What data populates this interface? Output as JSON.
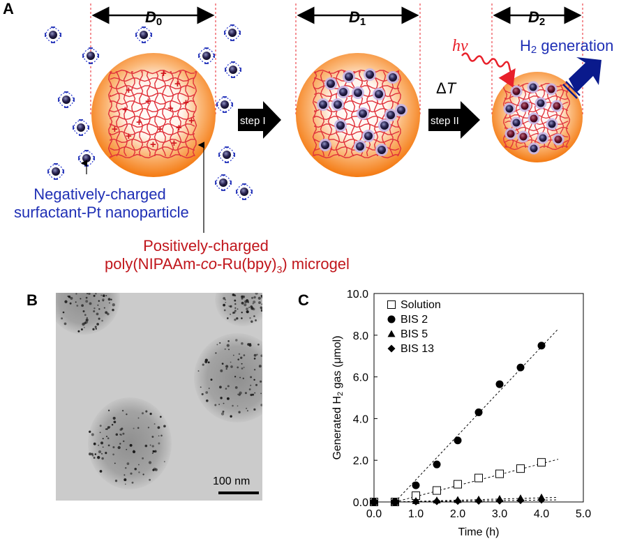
{
  "panels": {
    "a": "A",
    "b": "B",
    "c": "C"
  },
  "schematic": {
    "d0": "D0",
    "d1": "D1",
    "d2": "D2",
    "d_label": "D",
    "d0_sub": "0",
    "d1_sub": "1",
    "d2_sub": "2",
    "step1": "step I",
    "step2": "step II",
    "delta_t": "ΔT",
    "delta": "Δ",
    "t": "T",
    "hv": "hv",
    "h2_gen_h": "H",
    "h2_gen_sub": "2",
    "h2_gen_rest": " generation",
    "neg_line1": "Negatively-charged",
    "neg_line2": "surfactant-Pt nanoparticle",
    "pos_line1": "Positively-charged",
    "pos_line2_a": "poly(NIPAAm-",
    "pos_line2_co": "co",
    "pos_line2_b": "-Ru(bpy)",
    "pos_line2_sub": "3",
    "pos_line2_c": ") microgel",
    "colors": {
      "negative_text": "#1f2fb5",
      "positive_text": "#c0151b",
      "microgel_outer": "#f7931e",
      "mesh": "#e0303a",
      "dashed": "#e8202a",
      "h2_arrow": "#0a1a8c"
    }
  },
  "tem": {
    "scalebar": "100 nm"
  },
  "chart_data": {
    "type": "scatter",
    "xlabel": "Time (h)",
    "ylabel_a": "Generated H",
    "ylabel_sub": "2",
    "ylabel_b": " gas (μmol)",
    "xlim": [
      0.0,
      5.0
    ],
    "ylim": [
      0.0,
      10.0
    ],
    "xticks": [
      "0.0",
      "1.0",
      "2.0",
      "3.0",
      "4.0",
      "5.0"
    ],
    "yticks": [
      "0.0",
      "2.0",
      "4.0",
      "6.0",
      "8.0",
      "10.0"
    ],
    "legend_position": "top-left",
    "series": [
      {
        "name": "Solution",
        "marker": "open-square",
        "x": [
          0.0,
          0.5,
          1.0,
          1.5,
          2.0,
          2.5,
          3.0,
          3.5,
          4.0
        ],
        "y": [
          0.0,
          0.0,
          0.3,
          0.55,
          0.85,
          1.15,
          1.35,
          1.6,
          1.9
        ],
        "fit": [
          [
            0.5,
            0.0
          ],
          [
            4.4,
            2.05
          ]
        ]
      },
      {
        "name": "BIS 2",
        "marker": "filled-circle",
        "x": [
          0.0,
          0.5,
          1.0,
          1.5,
          2.0,
          2.5,
          3.0,
          3.5,
          4.0
        ],
        "y": [
          0.0,
          0.0,
          0.8,
          1.8,
          2.95,
          4.3,
          5.65,
          6.45,
          7.5
        ],
        "fit": [
          [
            0.5,
            0.0
          ],
          [
            4.4,
            8.3
          ]
        ]
      },
      {
        "name": "BIS 5",
        "marker": "filled-triangle",
        "x": [
          0.0,
          0.5,
          1.0,
          1.5,
          2.0,
          2.5,
          3.0,
          3.5,
          4.0
        ],
        "y": [
          0.0,
          0.0,
          0.05,
          0.08,
          0.1,
          0.12,
          0.15,
          0.18,
          0.22
        ],
        "fit": [
          [
            0.5,
            0.0
          ],
          [
            4.4,
            0.22
          ]
        ]
      },
      {
        "name": "BIS 13",
        "marker": "filled-diamond",
        "x": [
          0.0,
          0.5,
          1.0,
          1.5,
          2.0,
          2.5,
          3.0,
          3.5,
          4.0
        ],
        "y": [
          0.0,
          0.0,
          0.02,
          0.03,
          0.04,
          0.05,
          0.06,
          0.08,
          0.1
        ],
        "fit": [
          [
            0.5,
            0.0
          ],
          [
            4.4,
            0.1
          ]
        ]
      }
    ]
  }
}
